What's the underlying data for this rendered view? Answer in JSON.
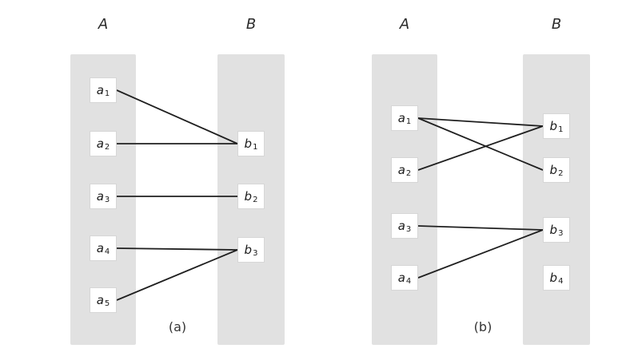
{
  "colors": {
    "background": "#ffffff",
    "column_fill": "#e1e1e1",
    "node_fill": "#ffffff",
    "node_border": "#d6d6d6",
    "edge": "#1f1f1f",
    "text": "#1a1a1a"
  },
  "panels": [
    {
      "key": "a",
      "caption": "(a)",
      "left_set_label": "A",
      "right_set_label": "B",
      "left_nodes": [
        {
          "id": "a1",
          "base": "a",
          "sub": "1"
        },
        {
          "id": "a2",
          "base": "a",
          "sub": "2"
        },
        {
          "id": "a3",
          "base": "a",
          "sub": "3"
        },
        {
          "id": "a4",
          "base": "a",
          "sub": "4"
        },
        {
          "id": "a5",
          "base": "a",
          "sub": "5"
        }
      ],
      "right_nodes": [
        {
          "id": "b1",
          "base": "b",
          "sub": "1"
        },
        {
          "id": "b2",
          "base": "b",
          "sub": "2"
        },
        {
          "id": "b3",
          "base": "b",
          "sub": "3"
        }
      ],
      "edges": [
        {
          "from": "a1",
          "to": "b1"
        },
        {
          "from": "a2",
          "to": "b1"
        },
        {
          "from": "a3",
          "to": "b2"
        },
        {
          "from": "a4",
          "to": "b3"
        },
        {
          "from": "a5",
          "to": "b3"
        }
      ]
    },
    {
      "key": "b",
      "caption": "(b)",
      "left_set_label": "A",
      "right_set_label": "B",
      "left_nodes": [
        {
          "id": "a1",
          "base": "a",
          "sub": "1"
        },
        {
          "id": "a2",
          "base": "a",
          "sub": "2"
        },
        {
          "id": "a3",
          "base": "a",
          "sub": "3"
        },
        {
          "id": "a4",
          "base": "a",
          "sub": "4"
        }
      ],
      "right_nodes": [
        {
          "id": "b1",
          "base": "b",
          "sub": "1"
        },
        {
          "id": "b2",
          "base": "b",
          "sub": "2"
        },
        {
          "id": "b3",
          "base": "b",
          "sub": "3"
        },
        {
          "id": "b4",
          "base": "b",
          "sub": "4"
        }
      ],
      "edges": [
        {
          "from": "a1",
          "to": "b1"
        },
        {
          "from": "a1",
          "to": "b2"
        },
        {
          "from": "a2",
          "to": "b1"
        },
        {
          "from": "a3",
          "to": "b3"
        },
        {
          "from": "a4",
          "to": "b3"
        }
      ]
    }
  ]
}
